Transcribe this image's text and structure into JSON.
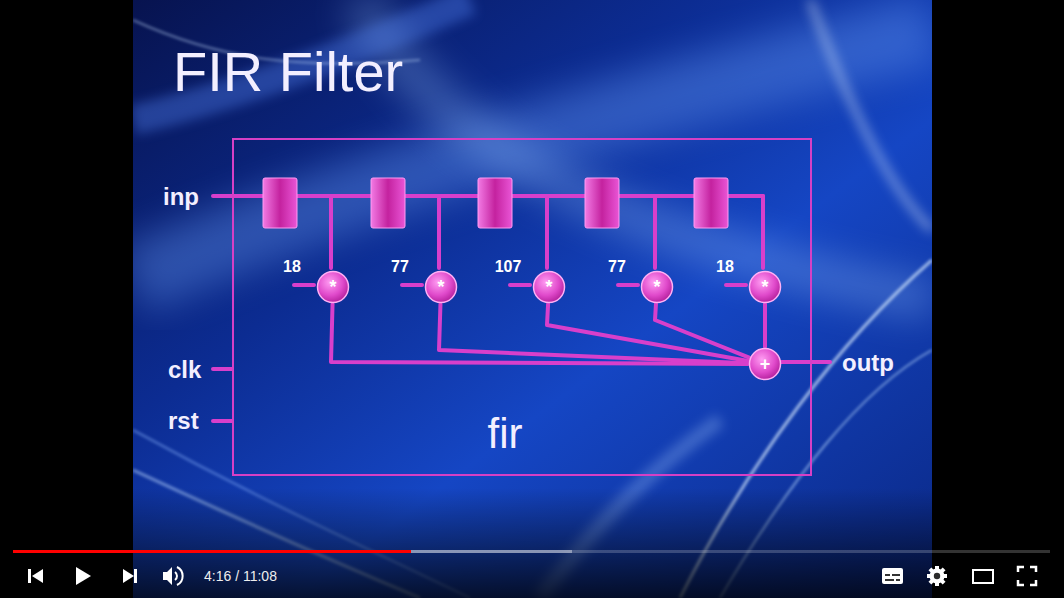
{
  "diagram": {
    "title": "FIR Filter",
    "nodes": [
      {
        "text": [
          "fir"
        ]
      },
      {
        "text": [
          "*"
        ],
        "in": 0
      },
      {
        "text": [
          "*"
        ],
        "in": 0
      },
      {
        "text": [
          "*"
        ],
        "in": 0
      },
      {
        "text": [
          "*"
        ],
        "in": 0
      },
      {
        "text": [
          "*"
        ],
        "in": 0
      },
      {
        "text": [
          "+"
        ],
        "in": 0
      }
    ],
    "edges": [
      {
        "from": 1,
        "to": 6,
        "arrow": "none"
      },
      {
        "from": 2,
        "to": 6,
        "arrow": "none"
      },
      {
        "from": 3,
        "to": 6,
        "arrow": "none"
      },
      {
        "from": 4,
        "to": 6,
        "arrow": "none"
      },
      {
        "from": 5,
        "to": 6,
        "arrow": "none"
      }
    ],
    "labels": [
      "inp",
      "18",
      "77",
      "107",
      "77",
      "18",
      "outp",
      "clk",
      "rst",
      "4:16 / 11:08"
    ]
  }
}
